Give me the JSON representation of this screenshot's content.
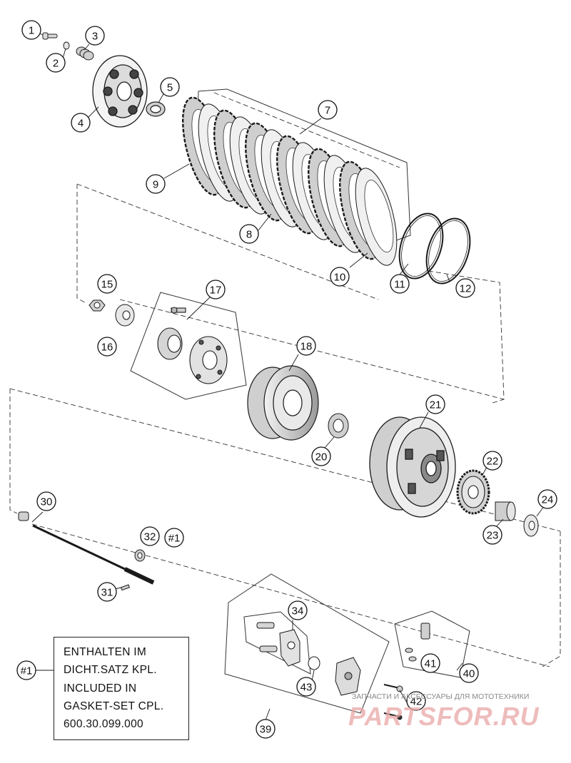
{
  "diagram": {
    "callouts": [
      {
        "id": "1",
        "label": "1"
      },
      {
        "id": "2",
        "label": "2"
      },
      {
        "id": "3",
        "label": "3"
      },
      {
        "id": "4",
        "label": "4"
      },
      {
        "id": "5",
        "label": "5"
      },
      {
        "id": "7",
        "label": "7"
      },
      {
        "id": "8",
        "label": "8"
      },
      {
        "id": "9",
        "label": "9"
      },
      {
        "id": "10",
        "label": "10"
      },
      {
        "id": "11",
        "label": "11"
      },
      {
        "id": "12",
        "label": "12"
      },
      {
        "id": "15",
        "label": "15"
      },
      {
        "id": "16",
        "label": "16"
      },
      {
        "id": "17",
        "label": "17"
      },
      {
        "id": "18",
        "label": "18"
      },
      {
        "id": "20",
        "label": "20"
      },
      {
        "id": "21",
        "label": "21"
      },
      {
        "id": "22",
        "label": "22"
      },
      {
        "id": "23",
        "label": "23"
      },
      {
        "id": "24",
        "label": "24"
      },
      {
        "id": "30",
        "label": "30"
      },
      {
        "id": "31",
        "label": "31"
      },
      {
        "id": "32",
        "label": "32"
      },
      {
        "id": "32ref",
        "label": "#1"
      },
      {
        "id": "34",
        "label": "34"
      },
      {
        "id": "39",
        "label": "39"
      },
      {
        "id": "40",
        "label": "40"
      },
      {
        "id": "41",
        "label": "41"
      },
      {
        "id": "42",
        "label": "42"
      },
      {
        "id": "43",
        "label": "43"
      },
      {
        "id": "note",
        "label": "#1"
      }
    ],
    "note_lines": [
      "ENTHALTEN IM",
      "DICHT.SATZ KPL.",
      "INCLUDED IN",
      "GASKET-SET CPL.",
      "600.30.099.000"
    ],
    "watermark": {
      "caption": "ЗАПЧАСТИ И АКСЕССУАРЫ ДЛЯ МОТОТЕХНИКИ",
      "brand": "PARTSFOR.RU"
    },
    "colors": {
      "line": "#1a1a1a",
      "part_fill": "#d9d9d9",
      "watermark": "#e9a6a6"
    }
  }
}
